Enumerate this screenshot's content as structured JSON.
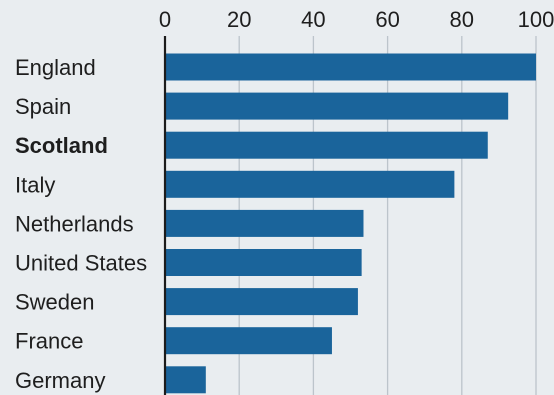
{
  "chart_data": {
    "type": "bar",
    "orientation": "horizontal",
    "categories": [
      "England",
      "Spain",
      "Scotland",
      "Italy",
      "Netherlands",
      "United States",
      "Sweden",
      "France",
      "Germany"
    ],
    "values": [
      100,
      92.5,
      87,
      78,
      53.5,
      53,
      52,
      45,
      11
    ],
    "highlight": [
      "Scotland"
    ],
    "xlim": [
      0,
      100
    ],
    "xticks": [
      0,
      20,
      40,
      60,
      80,
      100
    ],
    "xaxis_position": "top",
    "grid": true,
    "title": "",
    "xlabel": "",
    "ylabel": "",
    "colors": {
      "bar": "#1a649b",
      "background": "#e9edf0",
      "grid": "#bcc4cb",
      "text": "#1e1e1e"
    }
  }
}
